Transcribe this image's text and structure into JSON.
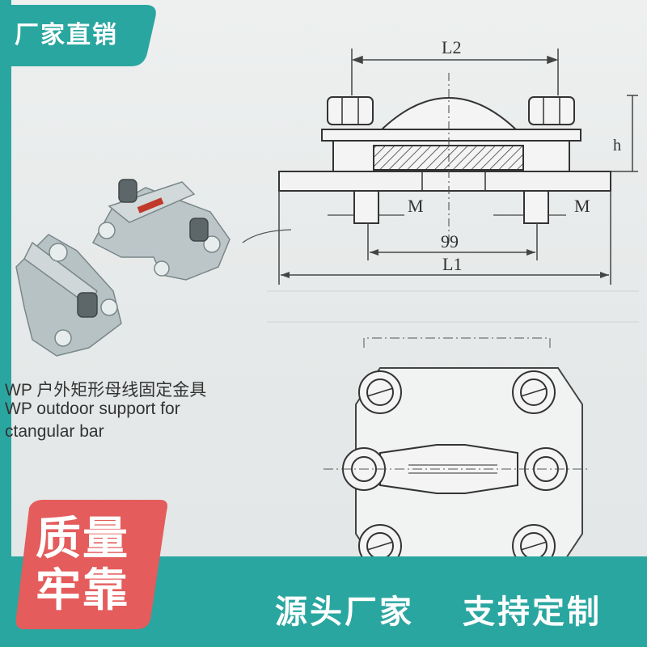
{
  "badge": {
    "top_label": "厂家直销"
  },
  "product": {
    "caption_cn": "WP 户外矩形母线固定金具",
    "caption_en_line1": "WP outdoor support for",
    "caption_en_line2": "ctangular bar"
  },
  "drawing": {
    "dim_l2": "L2",
    "dim_h": "h",
    "dim_m_left": "M",
    "dim_m_right": "M",
    "dim_99": "99",
    "dim_l1": "L1"
  },
  "promo": {
    "quality_line1": "质量",
    "quality_line2": "牢靠",
    "slogan_1": "源头厂家",
    "slogan_2": "支持定制"
  },
  "colors": {
    "accent": "#2aa6a0",
    "accent_light": "#e05a5a",
    "text": "#333333"
  }
}
